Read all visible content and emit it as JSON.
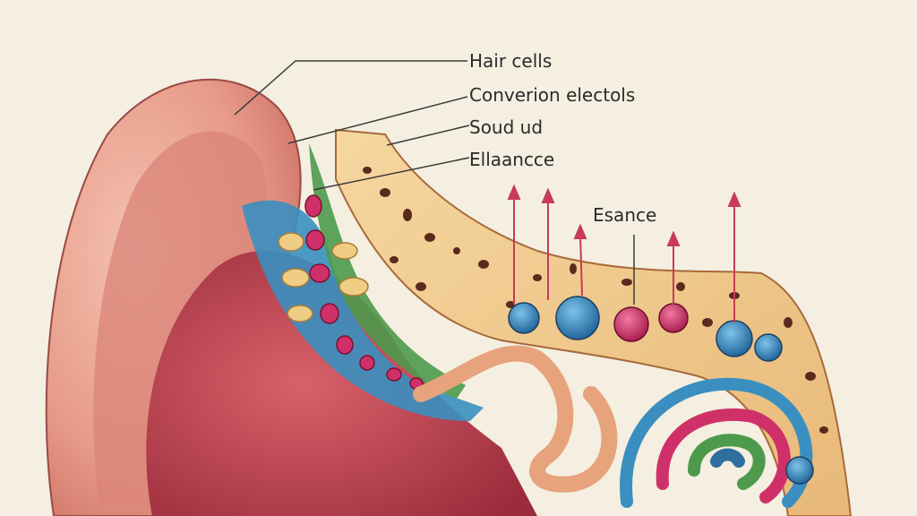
{
  "labels": {
    "hair_cells": "Hair cells",
    "conversion": "Converion  electols",
    "sound": "Soud ud",
    "ellaance": "Ellaancce",
    "esance": "Esance"
  },
  "colors": {
    "background": "#f4efe1",
    "ear_outer": "#e9a090",
    "ear_inner": "#b8404a",
    "bone": "#eec78a",
    "blue_layer": "#3a8fc0",
    "green_layer": "#4e9a4c",
    "magenta": "#d0306a",
    "arrow": "#c83a5a"
  }
}
